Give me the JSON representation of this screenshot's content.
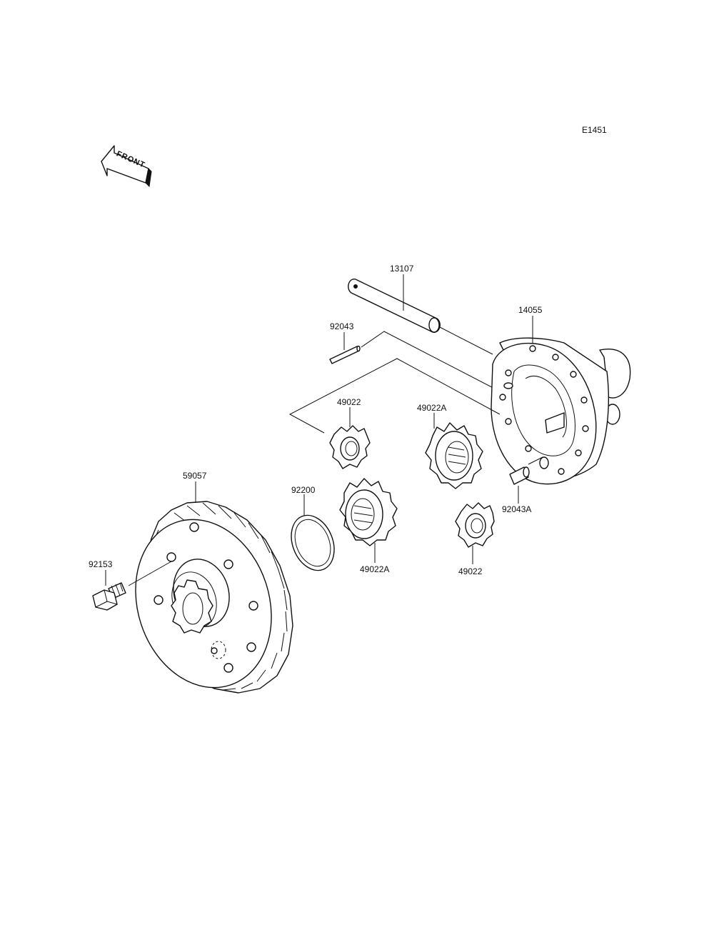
{
  "diagram_code": "E1451",
  "front_label": "FRONT",
  "parts": {
    "p13107": "13107",
    "p14055": "14055",
    "p92043": "92043",
    "p49022_top": "49022",
    "p49022A_top": "49022A",
    "p59057": "59057",
    "p92200": "92200",
    "p92043A": "92043A",
    "p92153": "92153",
    "p49022A_bottom": "49022A",
    "p49022_bottom": "49022"
  }
}
